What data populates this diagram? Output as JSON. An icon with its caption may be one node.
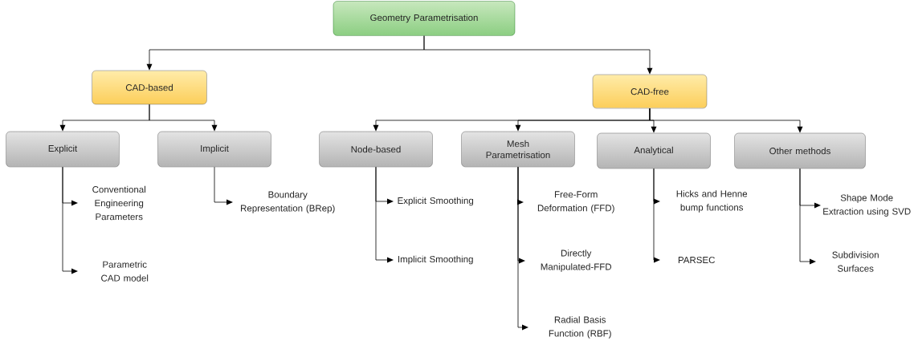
{
  "diagram": {
    "nodes": [
      {
        "text": [
          "Geometry Parametrisation"
        ]
      },
      {
        "text": [
          "CAD-based"
        ]
      },
      {
        "text": [
          "CAD-free"
        ]
      },
      {
        "text": [
          "Explicit"
        ]
      },
      {
        "text": [
          "Implicit"
        ]
      },
      {
        "text": [
          "Node-based"
        ]
      },
      {
        "text": [
          "Mesh Parametrisation"
        ]
      },
      {
        "text": [
          "Analytical"
        ]
      },
      {
        "text": [
          "Other methods"
        ]
      },
      {
        "text": [
          "Conventional Engineering Parameters"
        ]
      },
      {
        "text": [
          "Parametric CAD model"
        ]
      },
      {
        "text": [
          "Boundary Representation (BRep)"
        ]
      },
      {
        "text": [
          "Explicit Smoothing"
        ]
      },
      {
        "text": [
          "Implicit Smoothing"
        ]
      },
      {
        "text": [
          "Free-Form Deformation (FFD)"
        ]
      },
      {
        "text": [
          "Directly Manipulated-FFD"
        ]
      },
      {
        "text": [
          "Radial Basis Function (RBF)"
        ]
      },
      {
        "text": [
          "Hicks and Henne bump functions"
        ]
      },
      {
        "text": [
          "PARSEC"
        ]
      },
      {
        "text": [
          "Shape Mode Extraction using SVD"
        ]
      },
      {
        "text": [
          "Subdivision Surfaces"
        ]
      }
    ],
    "edges": [
      {
        "from": 0,
        "to": 1,
        "arrow": "to"
      },
      {
        "from": 0,
        "to": 2,
        "arrow": "to"
      },
      {
        "from": 1,
        "to": 3,
        "arrow": "to"
      },
      {
        "from": 1,
        "to": 4,
        "arrow": "to"
      },
      {
        "from": 2,
        "to": 5,
        "arrow": "to"
      },
      {
        "from": 2,
        "to": 6,
        "arrow": "to"
      },
      {
        "from": 2,
        "to": 7,
        "arrow": "to"
      },
      {
        "from": 2,
        "to": 8,
        "arrow": "to"
      },
      {
        "from": 3,
        "to": 9,
        "arrow": "to"
      },
      {
        "from": 3,
        "to": 10,
        "arrow": "to"
      },
      {
        "from": 4,
        "to": 11,
        "arrow": "to"
      },
      {
        "from": 5,
        "to": 12,
        "arrow": "to"
      },
      {
        "from": 5,
        "to": 13,
        "arrow": "to"
      },
      {
        "from": 6,
        "to": 14,
        "arrow": "to"
      },
      {
        "from": 6,
        "to": 15,
        "arrow": "to"
      },
      {
        "from": 6,
        "to": 16,
        "arrow": "to"
      },
      {
        "from": 7,
        "to": 17,
        "arrow": "to"
      },
      {
        "from": 7,
        "to": 18,
        "arrow": "to"
      },
      {
        "from": 8,
        "to": 19,
        "arrow": "to"
      },
      {
        "from": 8,
        "to": 20,
        "arrow": "to"
      }
    ]
  }
}
